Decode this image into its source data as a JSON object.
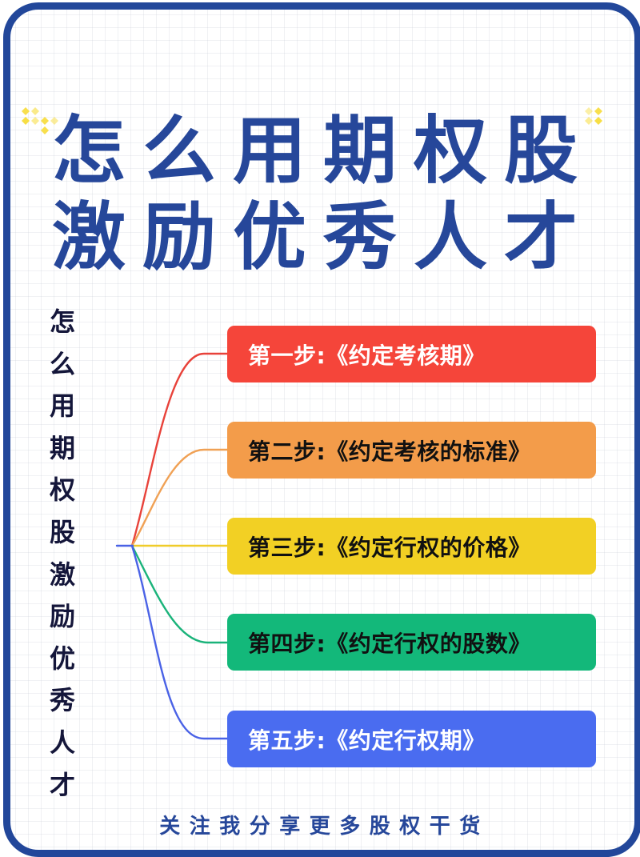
{
  "title": {
    "line1": "怎么用期权股",
    "line2": "激励优秀人才",
    "color": "#26479a"
  },
  "frame": {
    "border_color": "#22479a"
  },
  "mindmap": {
    "root_label": [
      "怎",
      "么",
      "用",
      "期",
      "权",
      "股",
      "激",
      "励",
      "优",
      "秀",
      "人",
      "才"
    ],
    "root_text_color": "#14163a",
    "steps": [
      {
        "label": "第一步:《约定考核期》",
        "bg": "#f5453a",
        "text_color": "#ffffff",
        "line_color": "#e8423a"
      },
      {
        "label": "第二步:《约定考核的标准》",
        "bg": "#f39c4a",
        "text_color": "#111111",
        "line_color": "#f0a155"
      },
      {
        "label": "第三步:《约定行权的价格》",
        "bg": "#f2d024",
        "text_color": "#111111",
        "line_color": "#f0cc2a"
      },
      {
        "label": "第四步:《约定行权的股数》",
        "bg": "#13b87a",
        "text_color": "#111111",
        "line_color": "#1ab37a"
      },
      {
        "label": "第五步:《约定行权期》",
        "bg": "#4a6cf0",
        "text_color": "#ffffff",
        "line_color": "#4a62e6"
      }
    ]
  },
  "decorations": {
    "sparkle_color": "#f7dc3a",
    "sparkle_icon": "diamond-sparkle-icon"
  },
  "footer": {
    "text": "关注我分享更多股权干货"
  }
}
